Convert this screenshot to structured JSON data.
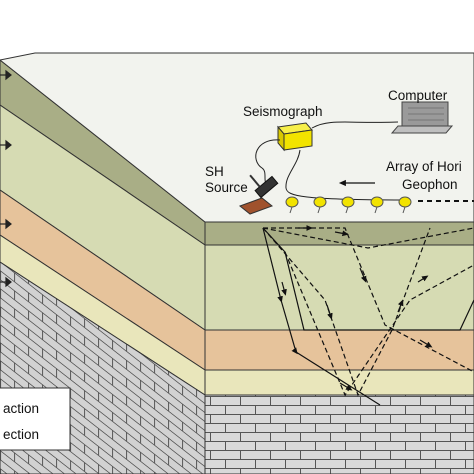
{
  "labels": {
    "seismograph": "Seismograph",
    "computer": "Computer",
    "sh_source_line1": "SH",
    "sh_source_line2": "Source",
    "array_line1": "Array of Hori",
    "array_line2": "Geophon"
  },
  "legend": {
    "refraction": "action",
    "reflection": "ection"
  },
  "colors": {
    "top_surface": "#f2f3ee",
    "layer_olive": "#a9ae86",
    "layer_green": "#d6dbb3",
    "layer_tan": "#e6c39b",
    "layer_beige": "#e9e6bb",
    "brick_fill": "#d9d9d9",
    "seismograph": "#f2e300",
    "geophone": "#f2e300"
  },
  "icons": [
    "arrow-right-icon",
    "geophone-icon",
    "seismograph-icon",
    "computer-icon",
    "sh-source-icon"
  ]
}
